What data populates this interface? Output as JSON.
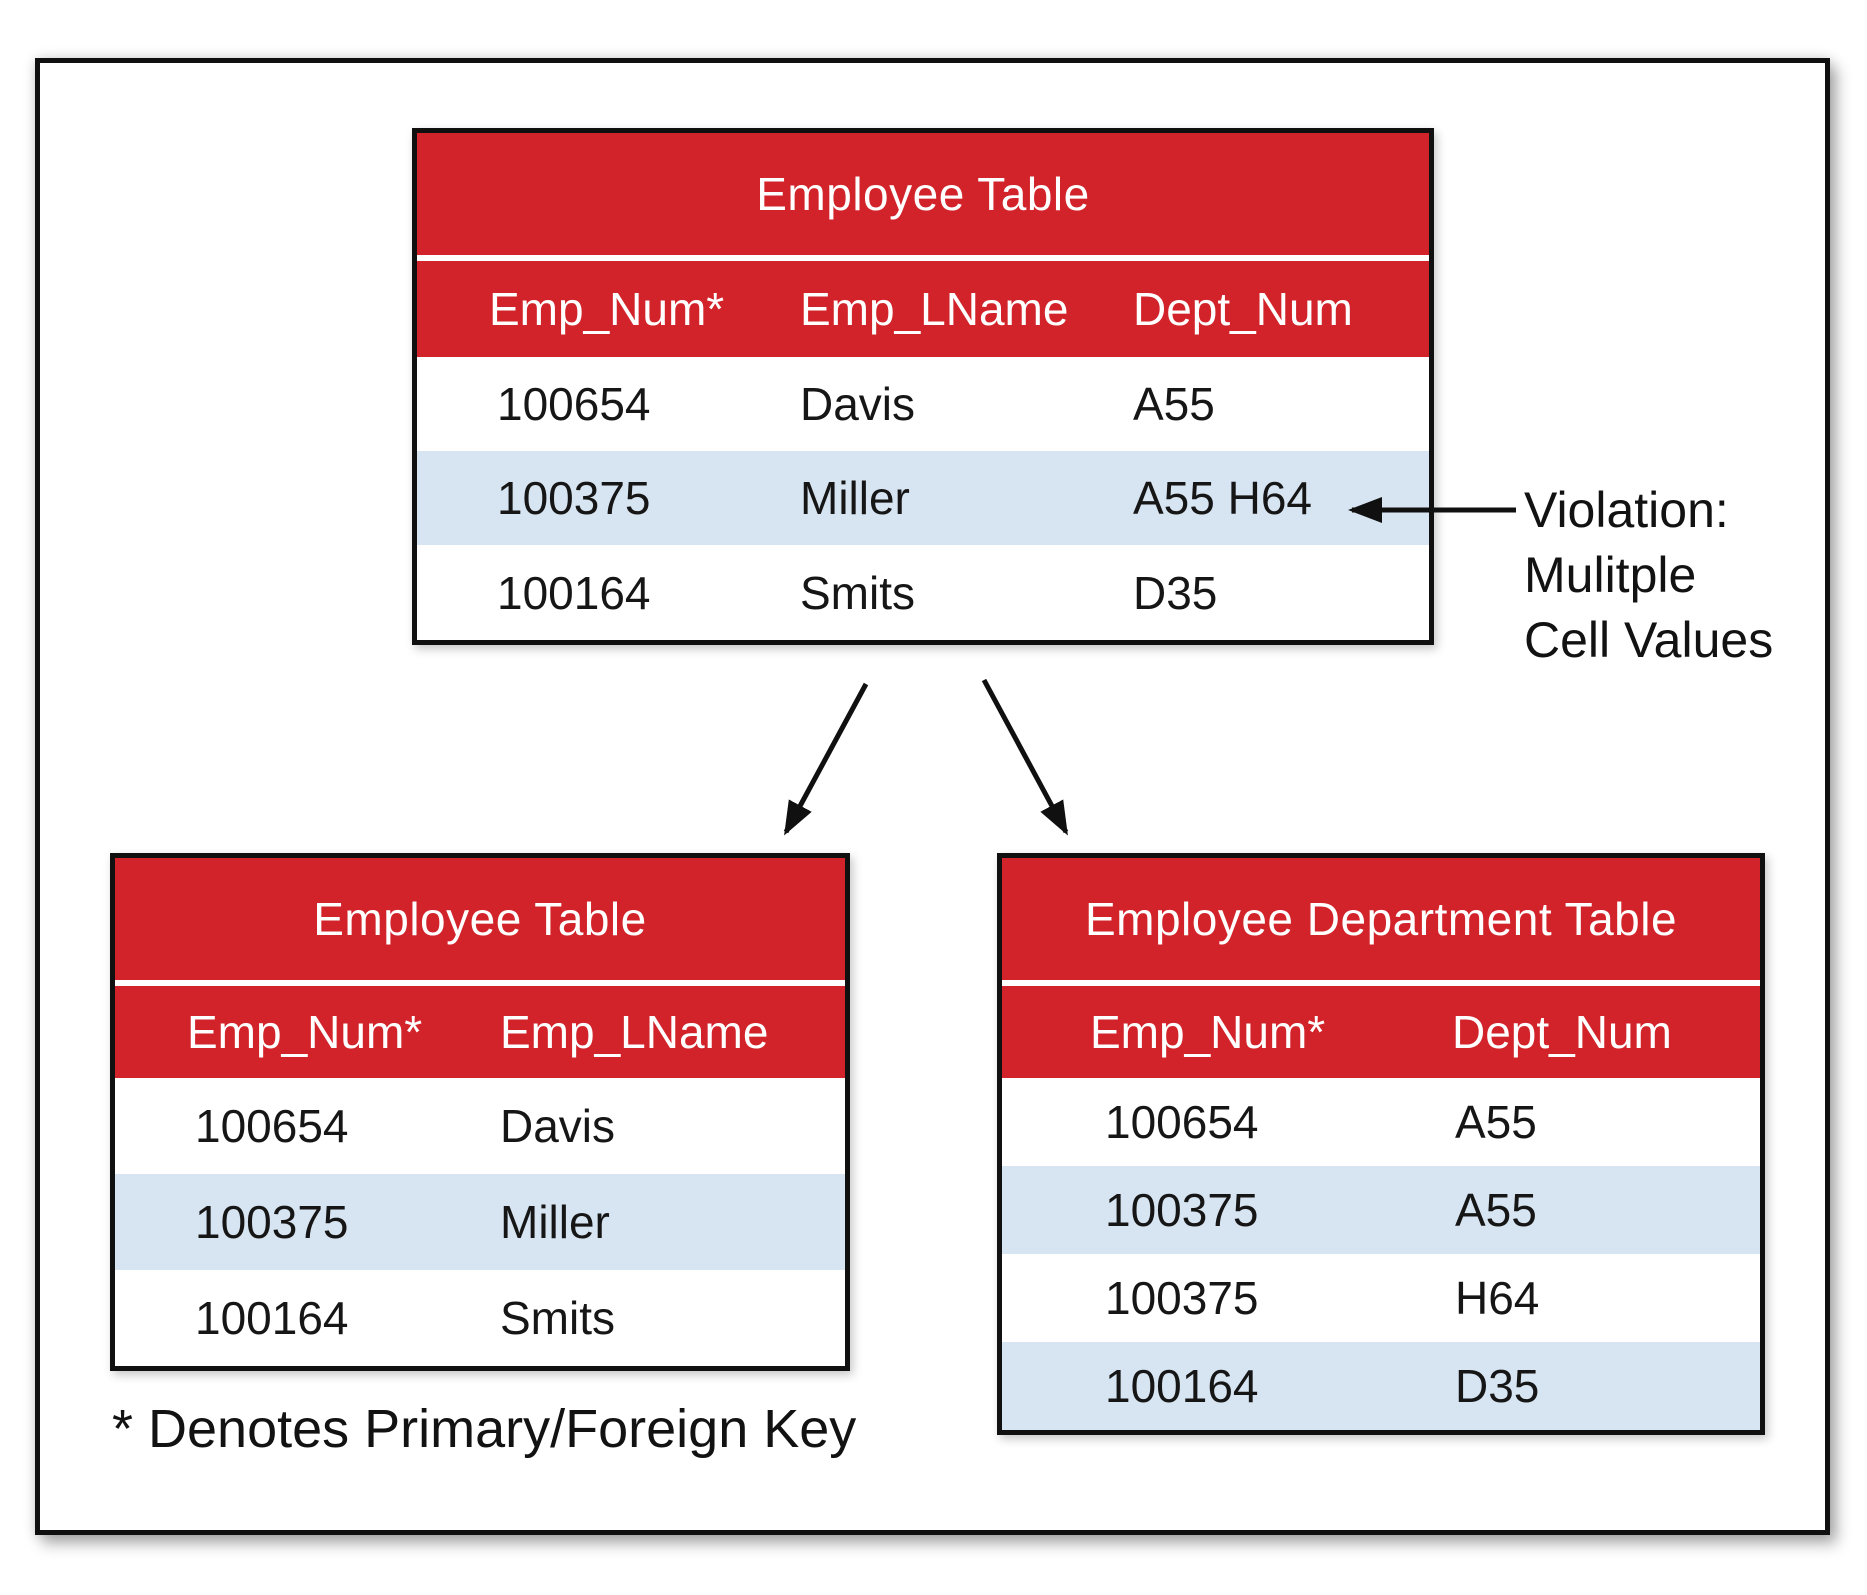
{
  "colors": {
    "header_red": "#D2232A",
    "row_highlight_blue": "#D7E4F1",
    "border_black": "#101010"
  },
  "annotations": {
    "violation_lines": [
      "Violation:",
      "Mulitple",
      "Cell Values"
    ],
    "footnote": "* Denotes Primary/Foreign Key"
  },
  "tables": {
    "top": {
      "title": "Employee Table",
      "columns": [
        "Emp_Num*",
        "Emp_LName",
        "Dept_Num"
      ],
      "rows": [
        [
          "100654",
          "Davis",
          "A55"
        ],
        [
          "100375",
          "Miller",
          "A55 H64"
        ],
        [
          "100164",
          "Smits",
          "D35"
        ]
      ]
    },
    "bottom_left": {
      "title": "Employee Table",
      "columns": [
        "Emp_Num*",
        "Emp_LName"
      ],
      "rows": [
        [
          "100654",
          "Davis"
        ],
        [
          "100375",
          "Miller"
        ],
        [
          "100164",
          "Smits"
        ]
      ]
    },
    "bottom_right": {
      "title": "Employee Department Table",
      "columns": [
        "Emp_Num*",
        "Dept_Num"
      ],
      "rows": [
        [
          "100654",
          "A55"
        ],
        [
          "100375",
          "A55"
        ],
        [
          "100375",
          "H64"
        ],
        [
          "100164",
          "D35"
        ]
      ]
    }
  }
}
